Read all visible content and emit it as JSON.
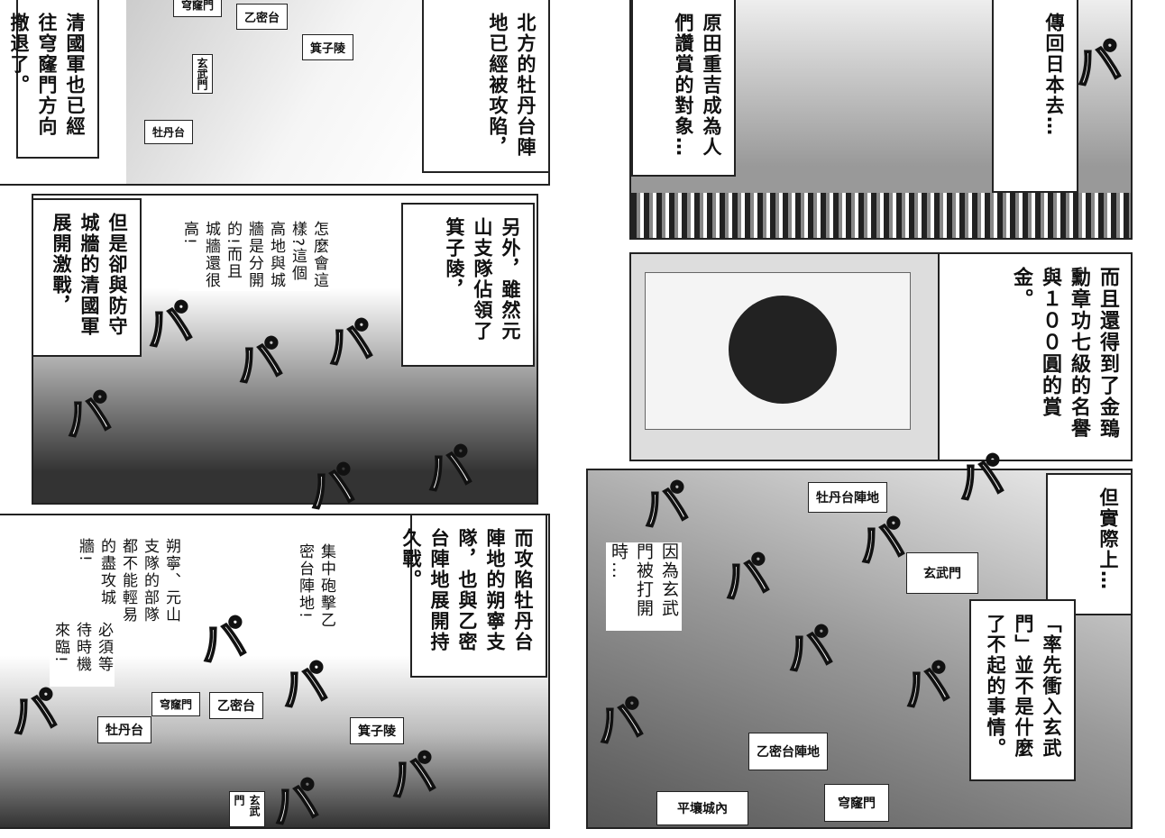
{
  "left_page": {
    "panel1": {
      "narration_left": "清國軍也已經往穹窿門方向撤退了。",
      "narration_right": "北方的牡丹台陣地已經被攻陷，",
      "labels": [
        "穹窿門",
        "乙密台",
        "箕子陵",
        "玄武門",
        "牡丹台"
      ]
    },
    "panel2": {
      "narration_left": "但是卻與防守城牆的清國軍展開激戰，",
      "speech": "怎麼會這樣?這個高地與城牆是分開的!而且城牆還很高!",
      "narration_right": "另外，雖然元山支隊佔領了箕子陵，"
    },
    "panel3": {
      "speech1": "朔寧、元山支隊的部隊都不能輕易的盡攻城牆!",
      "speech2": "必須等待時機來臨!",
      "speech3": "集中砲擊乙密台陣地!",
      "narration": "而攻陷牡丹台陣地的朔寧支隊，也與乙密台陣地展開持久戰。",
      "labels": [
        "穹窿門",
        "乙密台",
        "牡丹台",
        "箕子陵",
        "玄武門"
      ]
    }
  },
  "right_page": {
    "panel1": {
      "narration_left": "原田重吉成為人們讚賞的對象…",
      "narration_right": "傳回日本去…"
    },
    "panel2": {
      "narration": "而且還得到了金鵄勳章功七級的名譽與１００圓的賞金。"
    },
    "panel3": {
      "speech": "因為玄武門被打開時…",
      "narration_top": "但實際上…",
      "narration": "「率先衝入玄武門」並不是什麼了不起的事情。",
      "labels": [
        "牡丹台陣地",
        "玄武門",
        "乙密台陣地",
        "平壤城內",
        "穹窿門"
      ]
    }
  },
  "sfx": "パ"
}
